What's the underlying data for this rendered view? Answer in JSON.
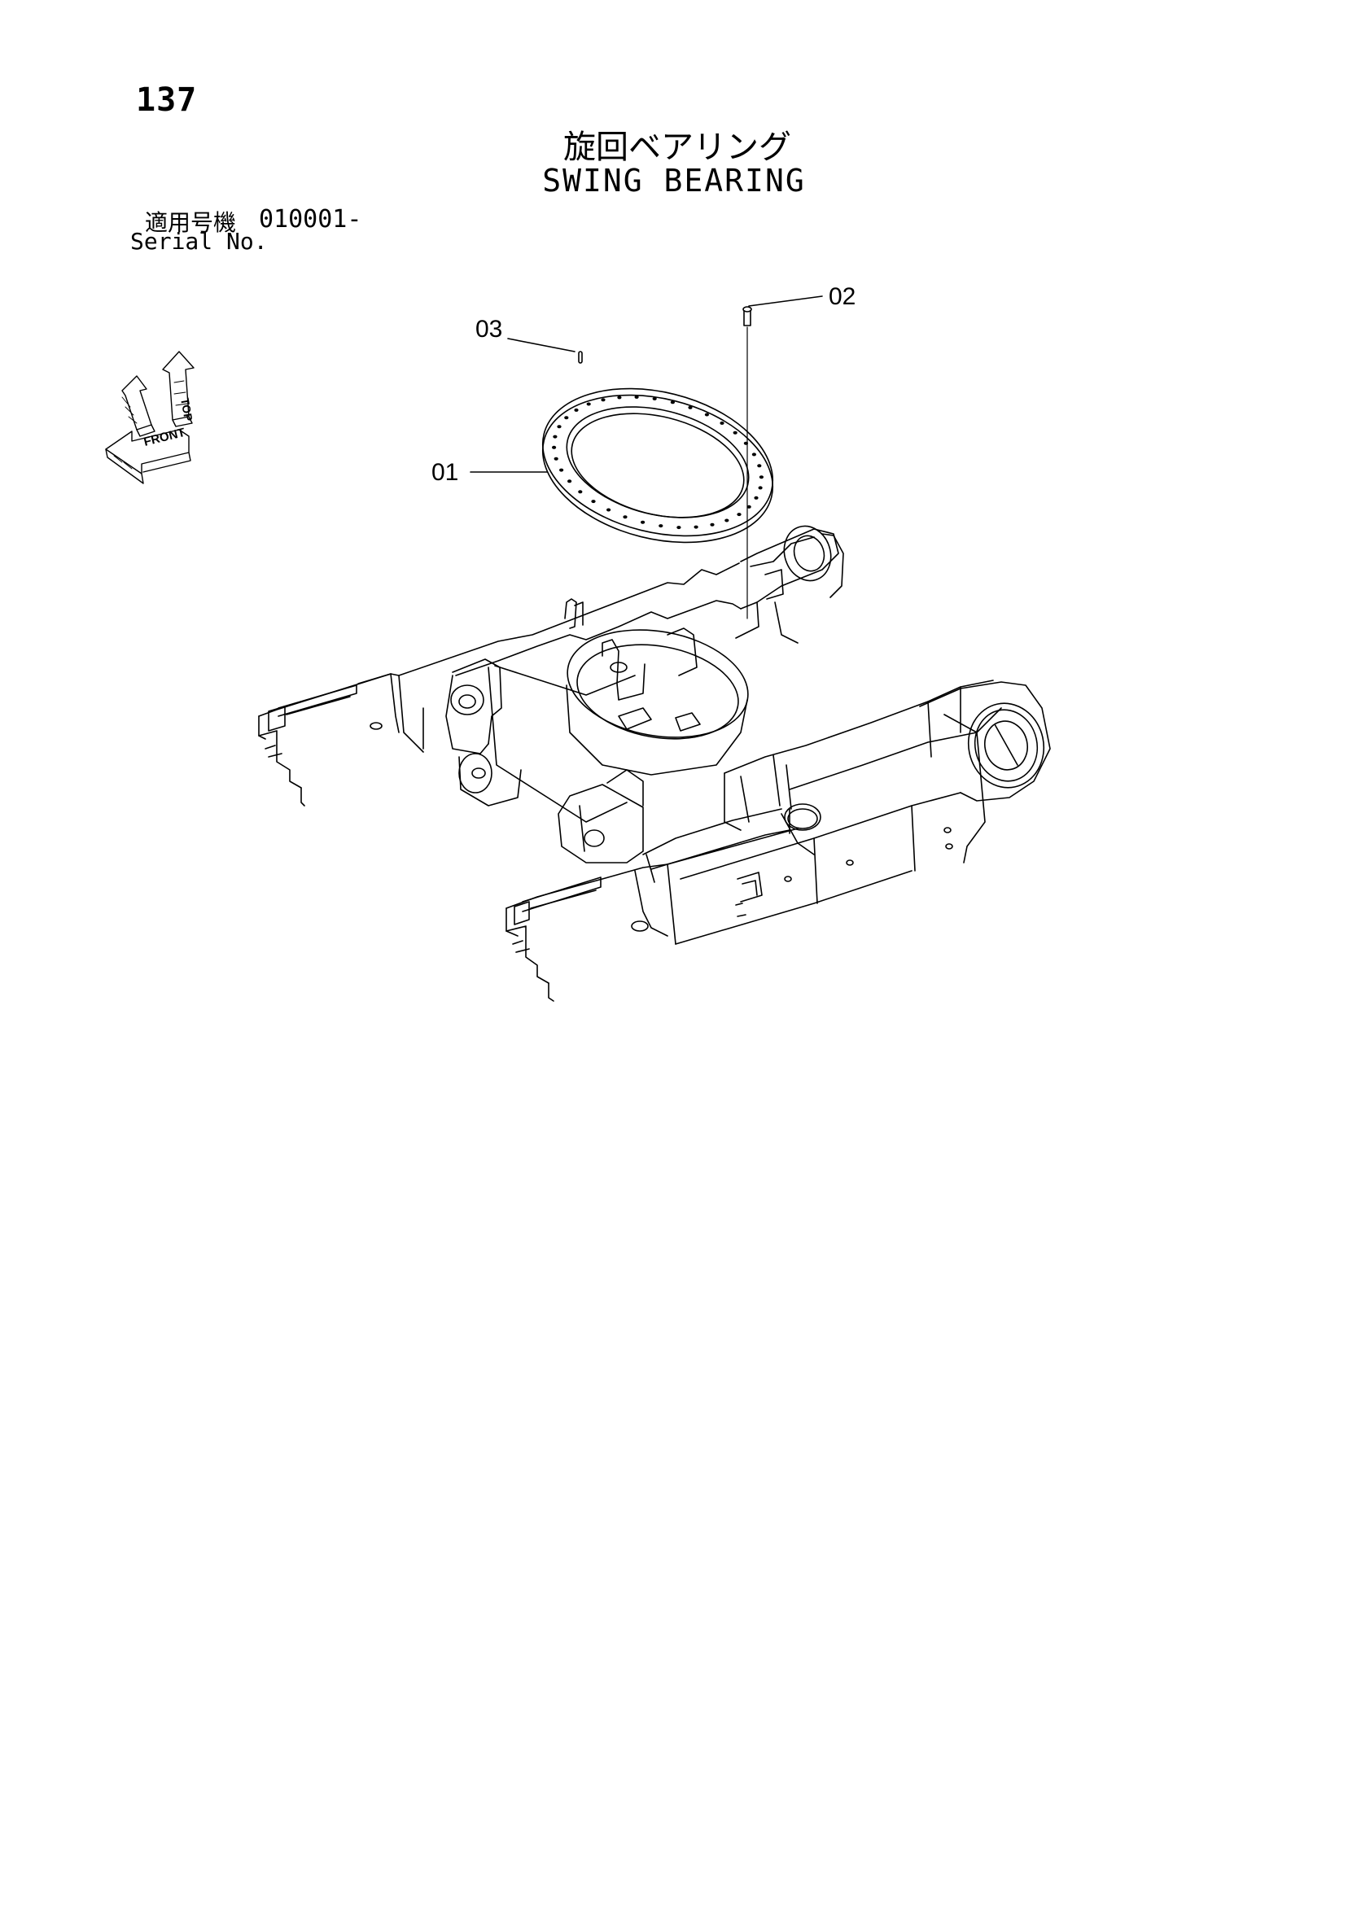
{
  "page": {
    "number": "137"
  },
  "title": {
    "japanese": "旋回ベアリング",
    "english": "SWING BEARING"
  },
  "applicability": {
    "label_japanese": "適用号機",
    "serial_from": "010001-",
    "label_english": "Serial No."
  },
  "orientation_icon": {
    "name": "direction-arrows-icon",
    "labels": [
      "TOP",
      "FRONT"
    ]
  },
  "callouts": [
    {
      "id": "01"
    },
    {
      "id": "02"
    },
    {
      "id": "03"
    }
  ]
}
